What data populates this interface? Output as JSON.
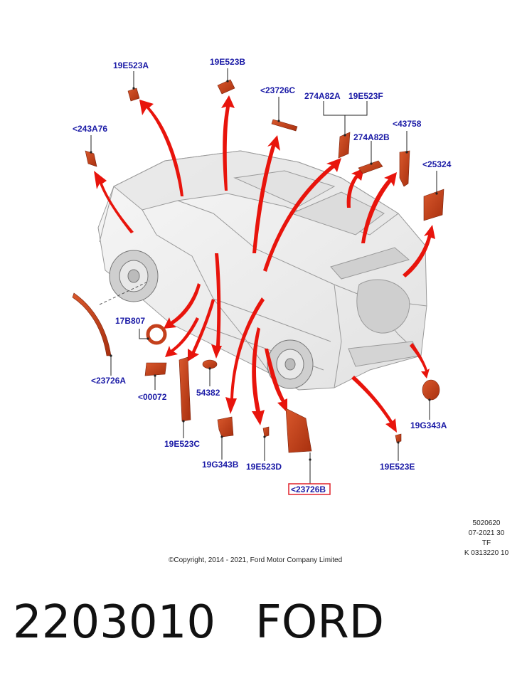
{
  "labels": {
    "l1": "19E523A",
    "l2": "19E523B",
    "l3": "<23726C",
    "l4": "274A82A",
    "l5": "19E523F",
    "l6": "274A82B",
    "l7": "<43758",
    "l8": "<25324",
    "l9": "<243A76",
    "l10": "17B807",
    "l11": "<23726A",
    "l12": "<00072",
    "l13": "54382",
    "l14": "19E523C",
    "l15": "19G343B",
    "l16": "19E523D",
    "l17": "<23726B",
    "l18": "19E523E",
    "l19": "19G343A"
  },
  "meta": {
    "line1": "5020620",
    "line2": "07-2021 30",
    "line3": "TF",
    "line4": "K 0313220 10"
  },
  "copyright": "©Copyright, 2014 - 2021, Ford Motor Company Limited",
  "footer": {
    "part_number": "2203010",
    "brand": "FORD"
  },
  "colors": {
    "label": "#1a1aa6",
    "arrow": "#e8140c",
    "part": "#c4401c",
    "highlight_box": "#e0202a"
  }
}
